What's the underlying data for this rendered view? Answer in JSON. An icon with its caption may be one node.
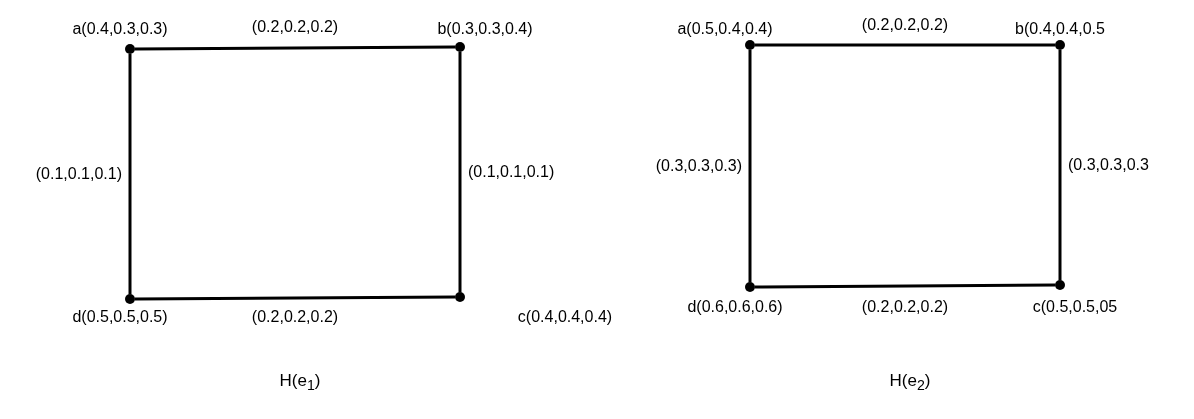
{
  "diagram": {
    "nodes": [
      {
        "text": [],
        "shape": "circle",
        "beside": [
          "a(0.4,0.3,0.3)"
        ]
      },
      {
        "text": [],
        "shape": "circle",
        "beside": [
          "b(0.3,0.3,0.4)"
        ]
      },
      {
        "text": [],
        "shape": "circle",
        "beside": [
          "d(0.5,0.5,0.5)"
        ]
      },
      {
        "text": [],
        "shape": "circle",
        "beside": [
          "c(0.4,0.4,0.4)"
        ]
      },
      {
        "text": [],
        "shape": "circle",
        "beside": [
          "a(0.5,0.4,0.4)"
        ]
      },
      {
        "text": [],
        "shape": "circle",
        "beside": [
          "b(0.4,0.4,0.5"
        ]
      },
      {
        "text": [],
        "shape": "circle",
        "beside": [
          "d(0.6,0.6,0.6)"
        ]
      },
      {
        "text": [],
        "shape": "circle",
        "beside": [
          "c(0.5,0.5,05"
        ]
      }
    ],
    "edges": [
      {
        "from": 0,
        "to": 1,
        "arrow": "none",
        "label": "(0.2,0.2,0.2)"
      },
      {
        "from": 0,
        "to": 2,
        "arrow": "none",
        "label": "(0.1,0.1,0.1)"
      },
      {
        "from": 1,
        "to": 3,
        "arrow": "none",
        "label": "(0.1,0.1,0.1)"
      },
      {
        "from": 2,
        "to": 3,
        "arrow": "none",
        "label": "(0.2,0.2,0.2)"
      },
      {
        "from": 4,
        "to": 5,
        "arrow": "none",
        "label": "(0.2,0.2,0.2)"
      },
      {
        "from": 4,
        "to": 6,
        "arrow": "none",
        "label": "(0.3,0.3,0.3)"
      },
      {
        "from": 5,
        "to": 7,
        "arrow": "none",
        "label": "(0.3,0.3,0.3"
      },
      {
        "from": 6,
        "to": 7,
        "arrow": "none",
        "label": "(0.2,0.2,0.2)"
      }
    ],
    "labels": [
      "H(e$_{1}$)",
      "H(e$_{2}$)"
    ]
  }
}
